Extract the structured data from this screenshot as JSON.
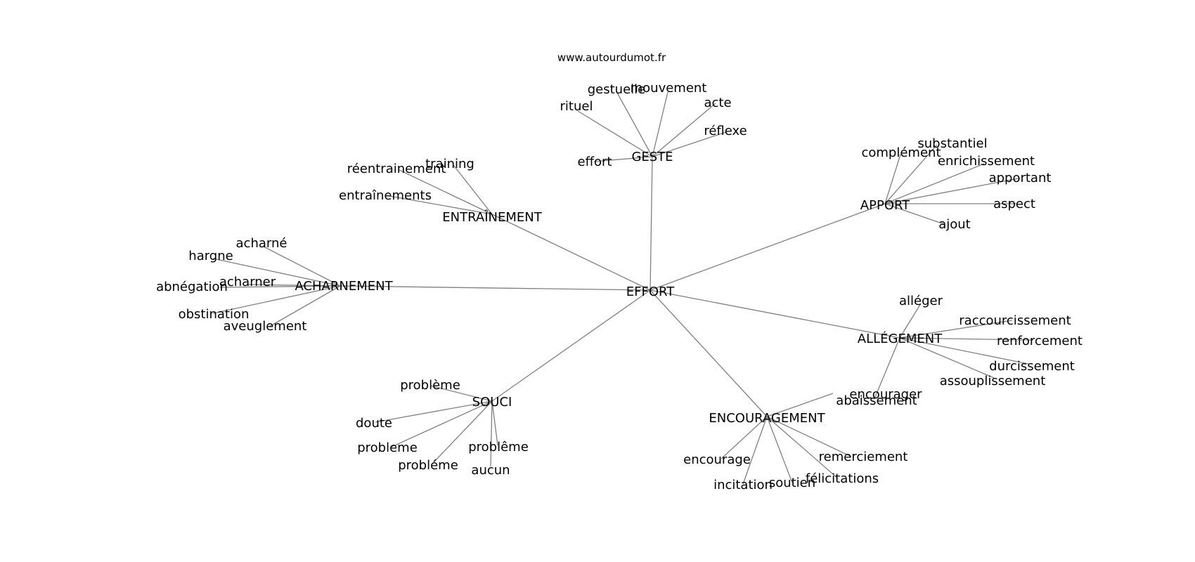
{
  "header": {
    "site": "www.autourdumot.fr"
  },
  "colors": {
    "edge": "#808080",
    "text": "#000000",
    "background": "#ffffff"
  },
  "graph": {
    "center": "EFFORT",
    "clusters": [
      {
        "hub": "GESTE",
        "leaves": [
          "rituel",
          "gestuelle",
          "mouvement",
          "acte",
          "réflexe",
          "effort"
        ]
      },
      {
        "hub": "ENTRAÎNEMENT",
        "leaves": [
          "training",
          "réentrainement",
          "entraînements"
        ]
      },
      {
        "hub": "ACHARNEMENT",
        "leaves": [
          "acharné",
          "hargne",
          "acharner",
          "abnégation",
          "obstination",
          "aveuglement"
        ]
      },
      {
        "hub": "APPORT",
        "leaves": [
          "complément",
          "substantiel",
          "enrichissement",
          "apportant",
          "aspect",
          "ajout"
        ]
      },
      {
        "hub": "ALLÉGEMENT",
        "leaves": [
          "alléger",
          "raccourcissement",
          "renforcement",
          "durcissement",
          "assouplissement",
          "abaissement"
        ]
      },
      {
        "hub": "ENCOURAGEMENT",
        "leaves": [
          "encourager",
          "encourage",
          "incitation",
          "soutien",
          "félicitations",
          "remerciement"
        ]
      },
      {
        "hub": "SOUCI",
        "leaves": [
          "problème",
          "doute",
          "probleme",
          "probléme",
          "problême",
          "aucun"
        ]
      }
    ]
  }
}
